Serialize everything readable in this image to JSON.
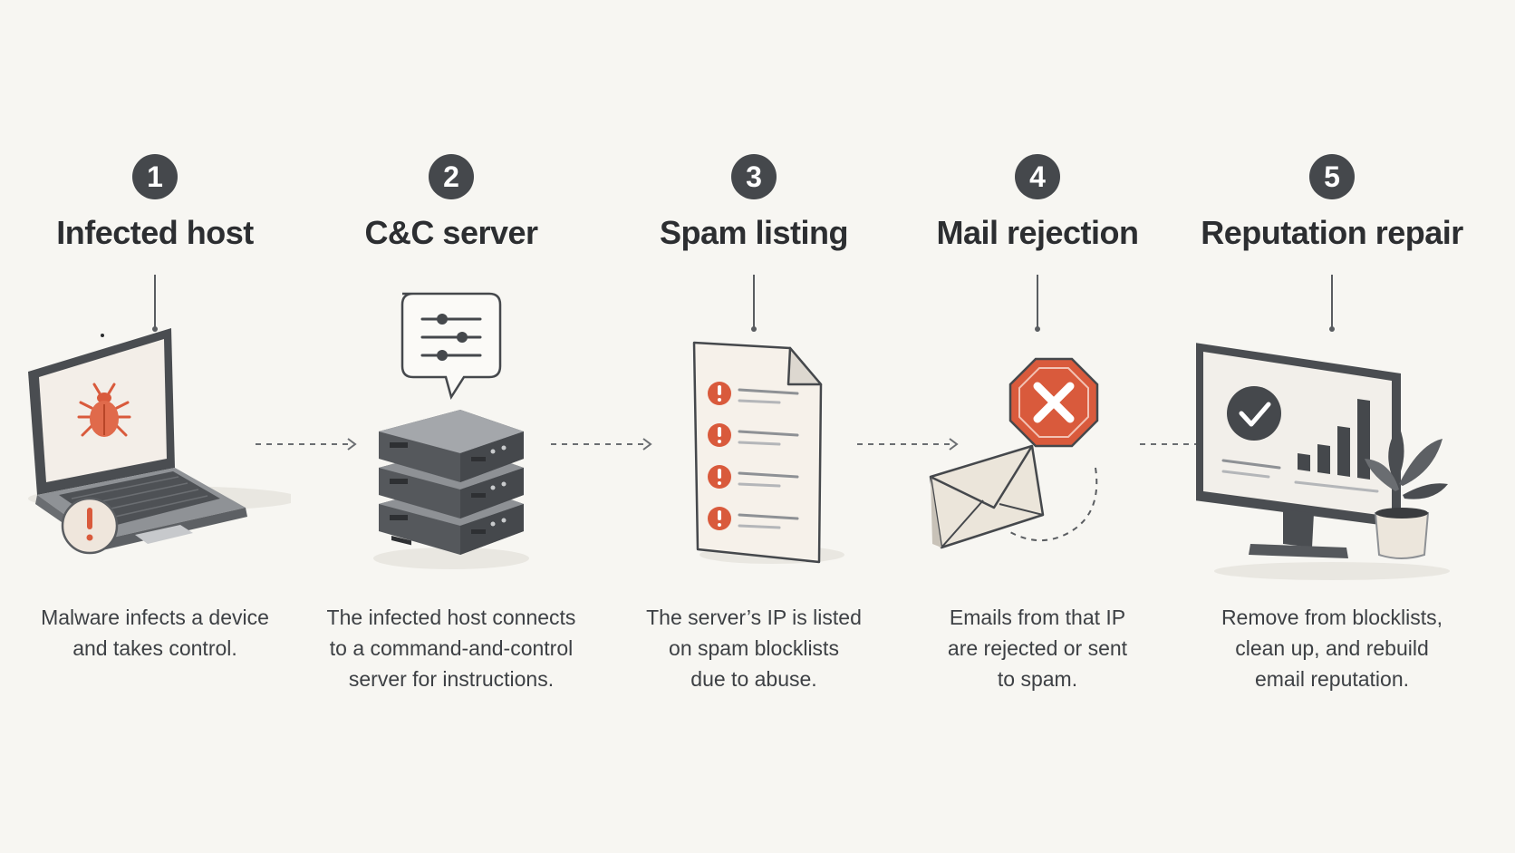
{
  "colors": {
    "background": "#f7f6f2",
    "dark": "#45484c",
    "accent": "#d95a3c",
    "line": "#5a5d61"
  },
  "steps": [
    {
      "number": "1",
      "title": "Infected host",
      "icon": "laptop-bug-icon",
      "description": [
        "Malware infects a device",
        "and takes control."
      ]
    },
    {
      "number": "2",
      "title": "C&C server",
      "icon": "server-stack-icon",
      "description": [
        "The infected host connects",
        "to a command-and-control",
        "server for instructions."
      ]
    },
    {
      "number": "3",
      "title": "Spam listing",
      "icon": "blocklist-document-icon",
      "description": [
        "The server’s IP is listed",
        "on spam blocklists",
        "due to abuse."
      ]
    },
    {
      "number": "4",
      "title": "Mail rejection",
      "icon": "rejected-mail-icon",
      "description": [
        "Emails from that IP",
        "are rejected or sent",
        "to spam."
      ]
    },
    {
      "number": "5",
      "title": "Reputation repair",
      "icon": "reputation-monitor-icon",
      "description": [
        "Remove from blocklists,",
        "clean up, and rebuild",
        "email reputation."
      ]
    }
  ]
}
